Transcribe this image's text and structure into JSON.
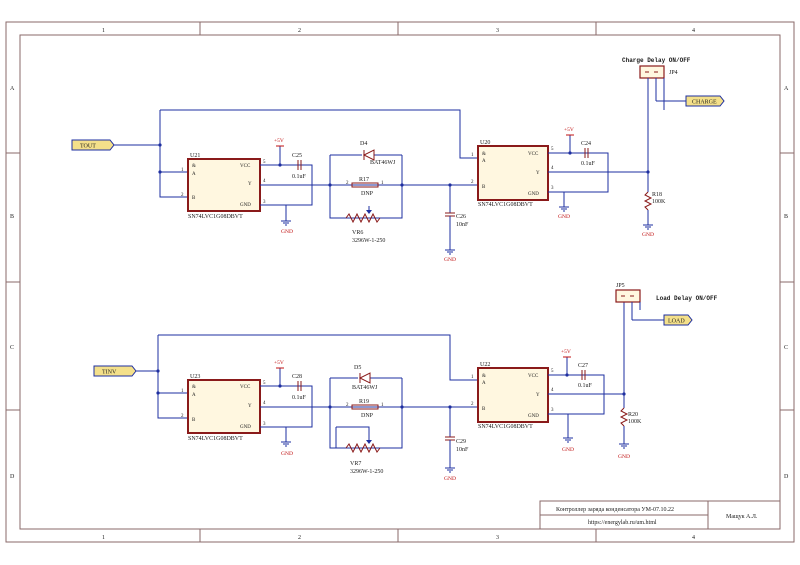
{
  "grid": {
    "columns": [
      "1",
      "2",
      "3",
      "4"
    ],
    "rows": [
      "A",
      "B",
      "C",
      "D"
    ]
  },
  "title_block": {
    "title": "Контроллер заряда конденсатора  УМ-07.10.22",
    "url": "https://energylab.ru/um.html",
    "author": "Мащук А.Л."
  },
  "ports": {
    "tout": "TOUT",
    "tinv": "TINV",
    "charge": "CHARGE",
    "load": "LOAD"
  },
  "jumpers": {
    "jp4": {
      "ref": "JP4",
      "caption": "Charge Delay ON/OFF"
    },
    "jp5": {
      "ref": "JP5",
      "caption": "Load Delay ON/OFF"
    }
  },
  "power": {
    "vcc": "+5V",
    "gnd": "GND"
  },
  "pins": {
    "n1": "1",
    "n2": "2",
    "n3": "3",
    "n4": "4",
    "n5": "5",
    "amp": "&",
    "a": "A",
    "b": "B",
    "y": "Y",
    "vcc": "VCC",
    "gnd": "GND"
  },
  "top": {
    "u21": {
      "ref": "U21",
      "part": "SN74LVC1G08DBVT"
    },
    "u20": {
      "ref": "U20",
      "part": "SN74LVC1G08DBVT"
    },
    "c25": {
      "ref": "C25",
      "value": "0.1uF"
    },
    "c24": {
      "ref": "C24",
      "value": "0.1uF"
    },
    "d4": {
      "ref": "D4",
      "part": "BAT46WJ"
    },
    "r17": {
      "ref": "R17",
      "value": "DNP"
    },
    "vr6": {
      "ref": "VR6",
      "part": "3296W-1-250"
    },
    "c26": {
      "ref": "C26",
      "value": "10nF"
    },
    "r18": {
      "ref": "R18",
      "value": "100K"
    }
  },
  "bottom": {
    "u23": {
      "ref": "U23",
      "part": "SN74LVC1G08DBVT"
    },
    "u22": {
      "ref": "U22",
      "part": "SN74LVC1G08DBVT"
    },
    "c28": {
      "ref": "C28",
      "value": "0.1uF"
    },
    "c27": {
      "ref": "C27",
      "value": "0.1uF"
    },
    "d5": {
      "ref": "D5",
      "part": "BAT46WJ"
    },
    "r19": {
      "ref": "R19",
      "value": "DNP"
    },
    "vr7": {
      "ref": "VR7",
      "part": "3296W-1-250"
    },
    "c29": {
      "ref": "C29",
      "value": "10nF"
    },
    "r20": {
      "ref": "R20",
      "value": "100K"
    }
  },
  "colors": {
    "wire": "#1e2fa0",
    "component": "#8a1a1a",
    "chip_fill": "#fff7e0",
    "port_fill": "#f4e08a",
    "power": "#c01010"
  }
}
